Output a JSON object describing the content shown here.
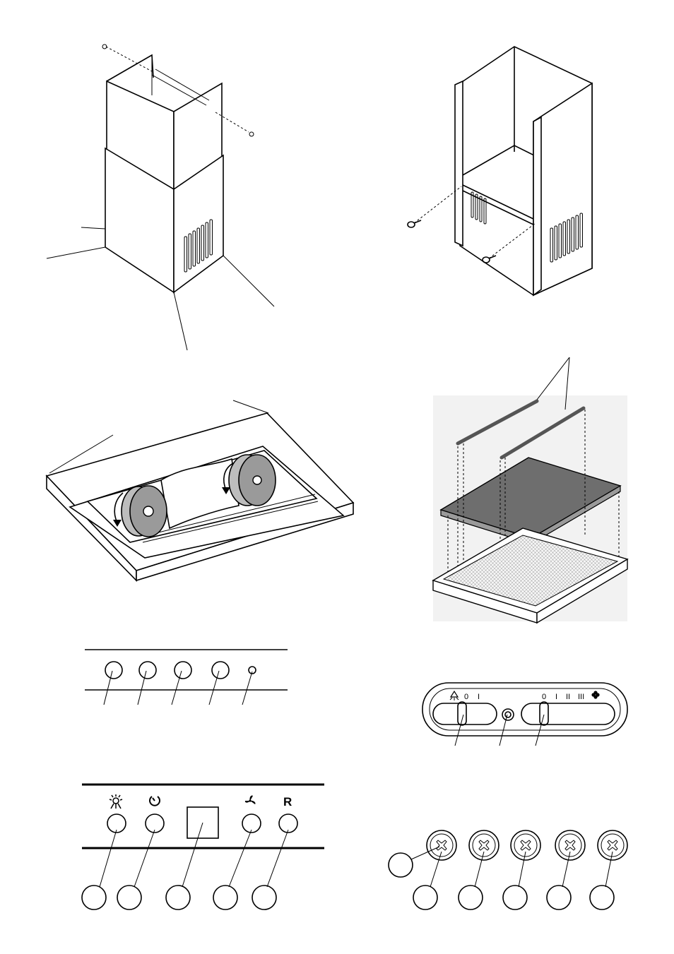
{
  "panels": {
    "slider_control": {
      "light_labels": [
        "0",
        "I"
      ],
      "fan_labels": [
        "0",
        "I",
        "II",
        "III"
      ]
    },
    "touch_control": {
      "reset_label": "R"
    }
  },
  "icons": [
    "light-icon",
    "timer-icon",
    "fan-icon",
    "plus-icon",
    "screw-icon",
    "carbon-filter-icon"
  ],
  "colors": {
    "filter_fill": "#6e6e6e",
    "carbon_fill": "#9a9a9a",
    "panel_bg": "#f2f2f2"
  }
}
